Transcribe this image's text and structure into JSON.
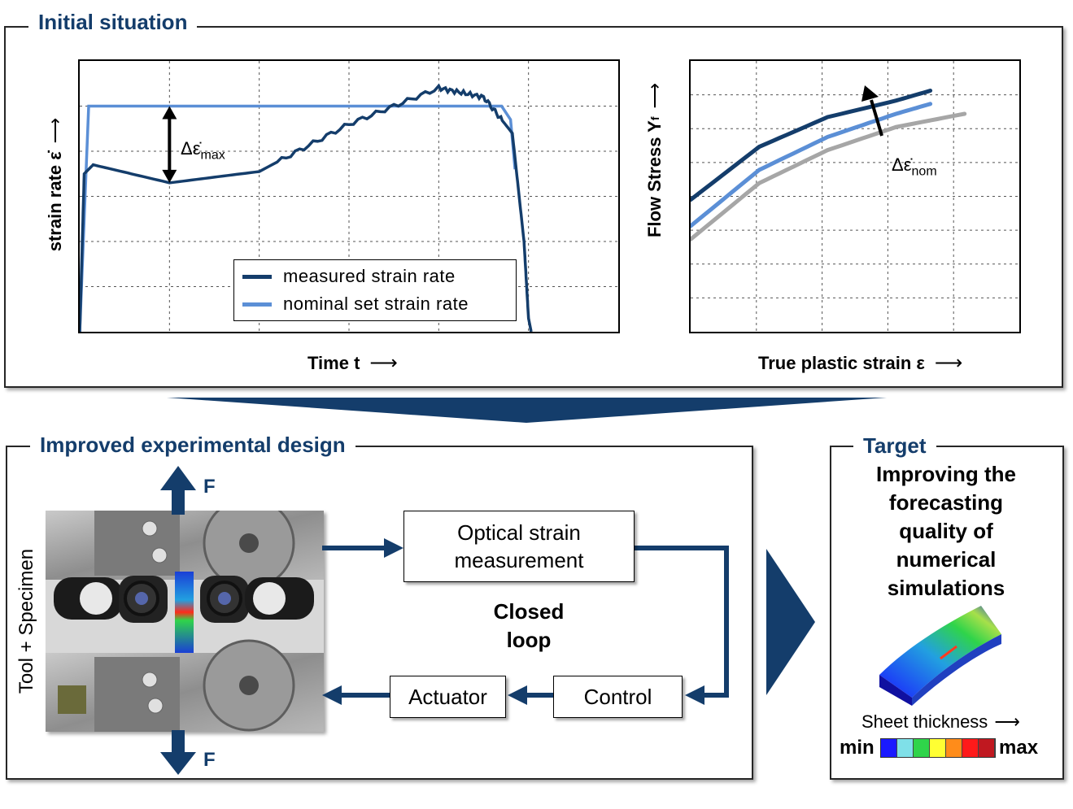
{
  "initial": {
    "title": "Initial situation",
    "left_chart": {
      "ylabel": "strain rate ε̇",
      "xlabel": "Time t",
      "annotation": "Δε̇",
      "annotation_sub": "max",
      "legend": [
        "measured strain rate",
        "nominal set strain rate"
      ]
    },
    "right_chart": {
      "ylabel": "Flow Stress Y",
      "ylabel_sub": "f",
      "xlabel": "True plastic strain ε",
      "annotation": "Δε̇",
      "annotation_sub": "nom"
    }
  },
  "improved": {
    "title": "Improved experimental design",
    "side_label": "Tool + Specimen",
    "force_top": "F",
    "force_bottom": "F",
    "optical_line1": "Optical strain",
    "optical_line2": "measurement",
    "closed_loop_line1": "Closed",
    "closed_loop_line2": "loop",
    "actuator": "Actuator",
    "control": "Control"
  },
  "target": {
    "title": "Target",
    "text_lines": [
      "Improving the",
      "forecasting",
      "quality of",
      "numerical",
      "simulations"
    ],
    "scale_label": "Sheet thickness",
    "scale_min": "min",
    "scale_max": "max",
    "scale_colors": [
      "#1a1aff",
      "#7fe0e8",
      "#2fd44a",
      "#ffff33",
      "#ff8c1a",
      "#ff1a1a",
      "#c01820"
    ]
  },
  "colors": {
    "dark_blue": "#143d6b",
    "light_blue": "#5b8fd6",
    "gray": "#a6a6a6"
  },
  "chart_data": [
    {
      "type": "line",
      "series": [
        {
          "name": "measured strain rate",
          "x": [
            0,
            0.05,
            0.15,
            1.0,
            2.0,
            3.0,
            4.0,
            4.5,
            4.82,
            4.95,
            5.0,
            5.03
          ],
          "y": [
            0,
            3.5,
            3.7,
            3.3,
            3.55,
            4.6,
            5.4,
            5.2,
            4.4,
            2.0,
            0.3,
            0
          ]
        },
        {
          "name": "nominal set strain rate",
          "x": [
            0,
            0.1,
            0.2,
            4.7,
            4.8,
            4.85
          ],
          "y": [
            0,
            5.0,
            5.0,
            5.0,
            4.7,
            3.6
          ]
        }
      ],
      "xlabel": "Time t",
      "ylabel": "strain rate ε̇",
      "xlim": [
        0,
        6
      ],
      "ylim": [
        0,
        6
      ],
      "grid": true,
      "legend": "bottom-right"
    },
    {
      "type": "line",
      "series": [
        {
          "values_x": [
            0,
            1,
            2,
            3,
            3.5
          ],
          "values_y": [
            4.0,
            5.6,
            6.5,
            7.0,
            7.3
          ]
        },
        {
          "values_x": [
            0,
            1,
            2,
            3,
            3.5
          ],
          "values_y": [
            3.2,
            4.9,
            5.9,
            6.6,
            6.9
          ]
        },
        {
          "values_x": [
            0,
            1,
            2,
            3,
            4
          ],
          "values_y": [
            2.8,
            4.5,
            5.5,
            6.2,
            6.6
          ]
        }
      ],
      "xlabel": "True plastic strain ε",
      "ylabel": "Flow Stress Y f",
      "grid": true
    }
  ]
}
